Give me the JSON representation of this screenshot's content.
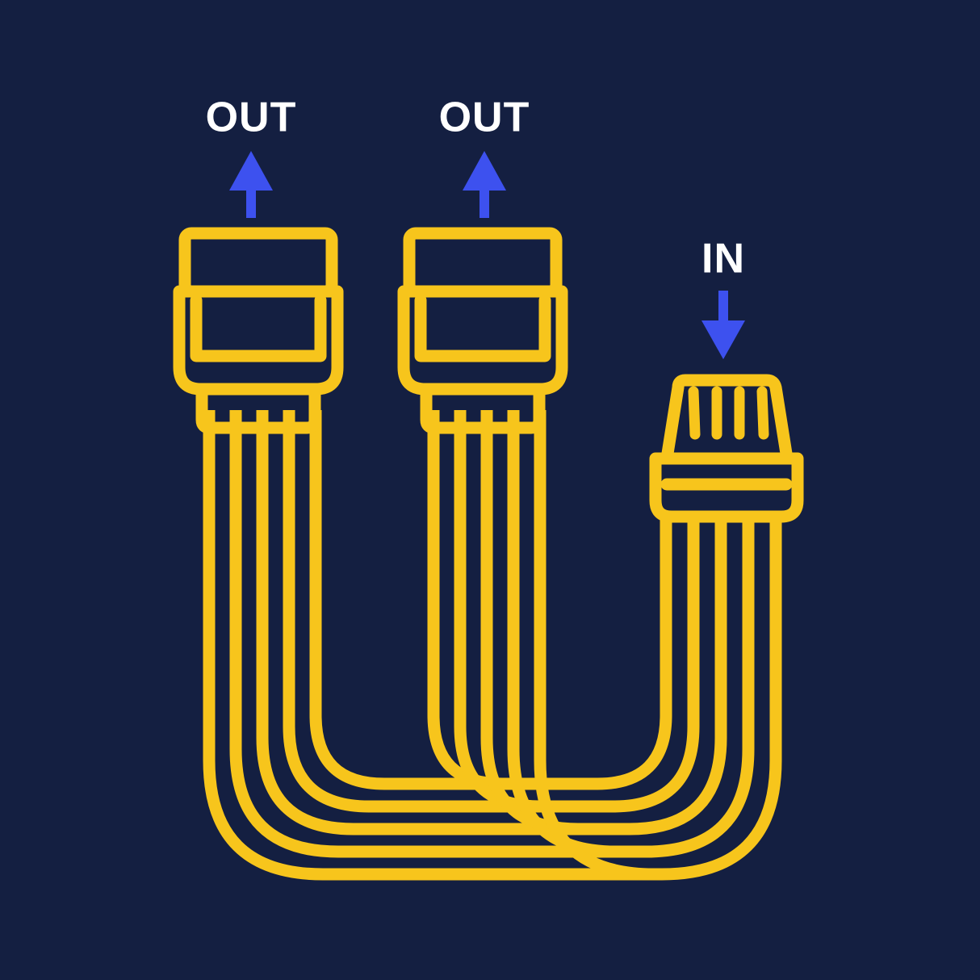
{
  "diagram": {
    "title": "Splitter cable wiring direction diagram",
    "background_color": "#141F41",
    "cable_color": "#F7C51C",
    "arrow_color": "#3D51EF",
    "label_color": "#FFFFFF"
  },
  "labels": {
    "out_left": "OUT",
    "out_middle": "OUT",
    "in_right": "IN"
  },
  "icons": {
    "arrow_up_left": "arrow-up-icon",
    "arrow_up_middle": "arrow-up-icon",
    "arrow_down_right": "arrow-down-icon"
  },
  "connectors": [
    {
      "id": "out-left",
      "label": "OUT",
      "direction": "out",
      "type": "rectangular-plug",
      "conductor_count": 5
    },
    {
      "id": "out-middle",
      "label": "OUT",
      "direction": "out",
      "type": "rectangular-plug",
      "conductor_count": 5
    },
    {
      "id": "in-right",
      "label": "IN",
      "direction": "in",
      "type": "tapered-socket",
      "conductor_count": 5
    }
  ],
  "cable_bundle": {
    "strand_count": 5,
    "routing": "U-shaped loop from OUT connectors down and around to IN connector"
  }
}
